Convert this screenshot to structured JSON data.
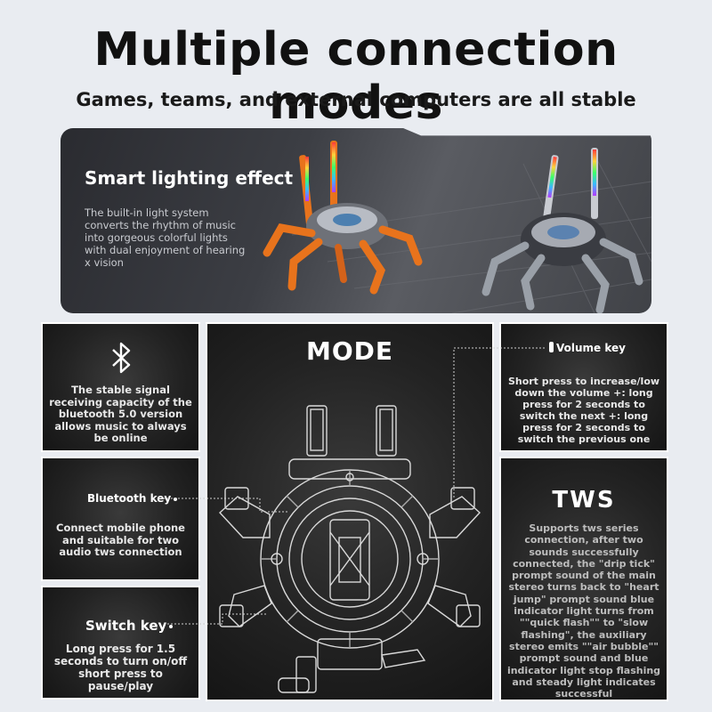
{
  "header": {
    "title": "Multiple connection modes",
    "subtitle": "Games, teams, and external computers are all stable"
  },
  "hero": {
    "title": "Smart lighting effect",
    "description": "The built-in light system converts the rhythm of music into gorgeous colorful lights with dual enjoyment of hearing x vision"
  },
  "bluetooth_panel": {
    "icon": "bluetooth-icon",
    "text": "The stable signal receiving capacity of the bluetooth 5.0 version allows music to always be online"
  },
  "bluetooth_key": {
    "title": "Bluetooth key",
    "text": "Connect mobile phone and suitable for two audio tws connection"
  },
  "switch_key": {
    "title": "Switch key",
    "text": "Long press for 1.5 seconds to turn on/off short press to pause/play"
  },
  "mode": {
    "title": "MODE"
  },
  "volume_key": {
    "title": "Volume key",
    "text": "Short press to increase/low down the volume +: long press for 2 seconds to switch the next +: long press for 2 seconds to switch the previous one"
  },
  "tws": {
    "title": "TWS",
    "text": "Supports tws series connection, after two sounds successfully connected, the \"drip tick\" prompt sound of the main stereo turns back to \"heart jump\" prompt sound blue indicator light turns from \"\"quick flash\"\" to \"slow flashing\", the auxiliary stereo emits \"\"air bubble\"\" prompt sound and blue indicator light stop flashing and steady light indicates successful"
  },
  "colors": {
    "background": "#e9ecf1",
    "panel": "#1c1c1c",
    "spider_left": "#e8731c",
    "spider_right": "#9aa0a8"
  }
}
